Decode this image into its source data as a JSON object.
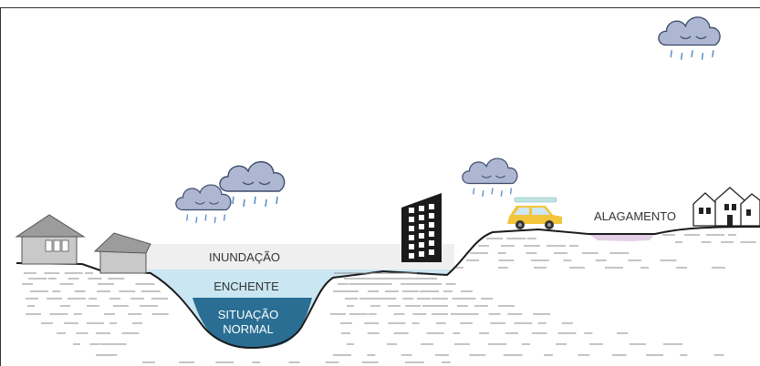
{
  "labels": {
    "inundacao": "INUNDAÇÃO",
    "enchente": "ENCHENTE",
    "situacao_line1": "SITUAÇÃO",
    "situacao_line2": "NORMAL",
    "alagamento": "ALAGAMENTO"
  },
  "colors": {
    "inundacao_band": "#efefef",
    "enchente_band": "#c9e6f2",
    "normal_water": "#2a6e93",
    "alagamento_pool": "#e3cfe6",
    "cloud": "#aeb7d1",
    "rain": "#5c8fc9",
    "car": "#f2c53a",
    "ground_line": "#1a1a1a"
  },
  "icons": [
    "cloud-rain-icon",
    "house-icon",
    "building-icon",
    "car-icon",
    "houses-icon"
  ]
}
